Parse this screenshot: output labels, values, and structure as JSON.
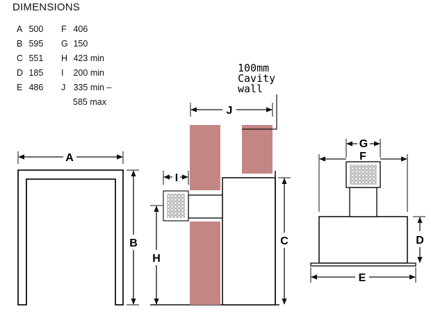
{
  "heading": "DIMENSIONS",
  "dimensions_col1": [
    {
      "key": "A",
      "value": "500"
    },
    {
      "key": "B",
      "value": "595"
    },
    {
      "key": "C",
      "value": "551"
    },
    {
      "key": "D",
      "value": "185"
    },
    {
      "key": "E",
      "value": "486"
    }
  ],
  "dimensions_col2": [
    {
      "key": "F",
      "value": "406"
    },
    {
      "key": "G",
      "value": "150"
    },
    {
      "key": "H",
      "value": "423 min"
    },
    {
      "key": "I",
      "value": "200 min"
    },
    {
      "key": "J",
      "value": "335 min –"
    },
    {
      "key": "",
      "value": "585 max"
    }
  ],
  "cavity_note": [
    "100mm",
    "Cavity",
    "wall"
  ],
  "diagram_labels": {
    "a": "A",
    "b": "B",
    "c": "C",
    "d": "D",
    "e": "E",
    "f": "F",
    "g": "G",
    "h": "H",
    "i": "I",
    "j": "J"
  },
  "colors": {
    "wall_brick": "#c48585",
    "line": "#111111",
    "grille": "#9a9a9a"
  }
}
